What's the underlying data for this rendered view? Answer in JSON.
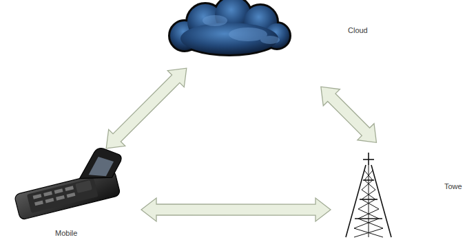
{
  "diagram": {
    "nodes": [
      {
        "text": [
          "Cloud"
        ]
      },
      {
        "text": [
          "Mobile"
        ]
      },
      {
        "text": [
          "Towe"
        ]
      }
    ],
    "edges": [
      {
        "from": 1,
        "to": 0,
        "arrow": "both"
      },
      {
        "from": 2,
        "to": 0,
        "arrow": "both"
      },
      {
        "from": 1,
        "to": 2,
        "arrow": "both"
      }
    ]
  }
}
